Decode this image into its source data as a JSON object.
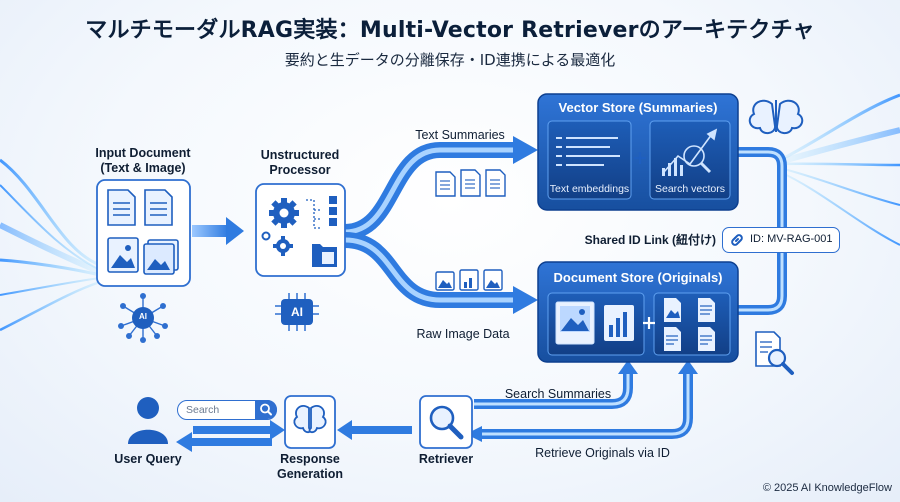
{
  "header": {
    "title": "マルチモーダルRAG実装：Multi-Vector Retrieverのアーキテクチャ",
    "subtitle": "要約と生データの分離保存・ID連携による最適化"
  },
  "nodes": {
    "input_document": {
      "line1": "Input Document",
      "line2": "(Text & Image)"
    },
    "processor": {
      "line1": "Unstructured",
      "line2": "Processor",
      "badge": "AI"
    },
    "vector_store": {
      "title": "Vector Store (Summaries)",
      "left_caption": "Text embeddings",
      "right_caption": "Search vectors"
    },
    "document_store": {
      "title": "Document Store (Originals)"
    },
    "user_query": {
      "label": "User Query",
      "search_placeholder": "Search"
    },
    "response_generation": {
      "line1": "Response",
      "line2": "Generation"
    },
    "retriever": {
      "label": "Retriever"
    }
  },
  "edges": {
    "text_summaries": "Text Summaries",
    "raw_image_data": "Raw Image Data",
    "search_summaries": "Search Summaries",
    "retrieve_originals": "Retrieve Originals via ID",
    "shared_id_link": "Shared ID Link (紐付け)",
    "id_value": "ID: MV-RAG-001"
  },
  "decor": {
    "ai_badge": "AI"
  },
  "footer": {
    "copyright": "© 2025 AI KnowledgeFlow"
  },
  "colors": {
    "primary": "#1f5fbf",
    "dark": "#0d3f8f",
    "accent": "#3a8ef0",
    "light": "#e9f2ff"
  }
}
